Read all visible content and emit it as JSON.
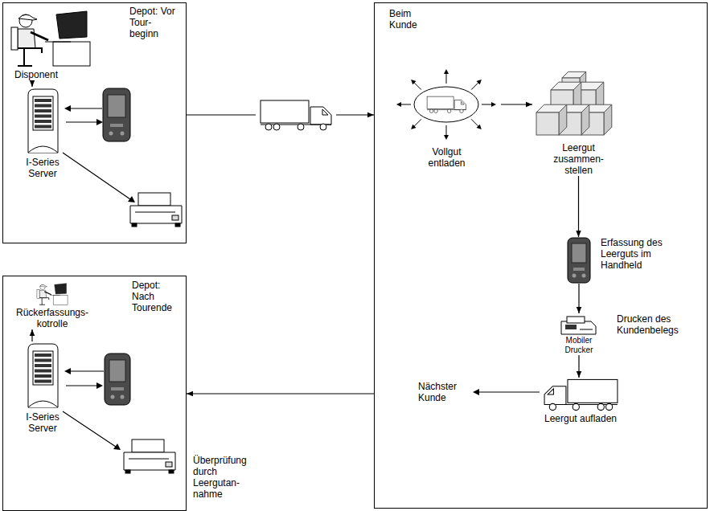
{
  "diagram": {
    "nodes": [
      {
        "text": [
          "Depot: Vor Tour-beginn"
        ]
      },
      {
        "text": [
          "Disponent"
        ],
        "in": 0
      },
      {
        "text": [
          "I-Series Server"
        ],
        "in": 0
      },
      {
        "text": [
          "Beim Kunde"
        ]
      },
      {
        "text": [
          "Vollgut entladen"
        ],
        "in": 3
      },
      {
        "text": [
          "Leergut zusammen-stellen"
        ],
        "in": 3
      },
      {
        "text": [
          "Erfassung des Leerguts im Handheld"
        ],
        "in": 3
      },
      {
        "text": [
          "Mobiler Drucker",
          "Drucken des Kundenbelegs"
        ],
        "in": 3
      },
      {
        "text": [
          "Leergut aufladen"
        ],
        "in": 3
      },
      {
        "text": [
          "Depot: Nach Tourende"
        ]
      },
      {
        "text": [
          "Rückerfassungs-kotrolle"
        ],
        "in": 9
      },
      {
        "text": [
          "I-Series Server"
        ],
        "in": 9
      }
    ],
    "edges": [
      {
        "from": 1,
        "to": 2,
        "arrow": "to"
      },
      {
        "from": 0,
        "to": 3,
        "arrow": "to"
      },
      {
        "from": 4,
        "to": 5,
        "arrow": "to"
      },
      {
        "from": 5,
        "to": 6,
        "arrow": "to"
      },
      {
        "from": 6,
        "to": 7,
        "arrow": "to"
      },
      {
        "from": 7,
        "to": 8,
        "arrow": "to"
      },
      {
        "from": 3,
        "to": 9,
        "arrow": "to"
      },
      {
        "from": 11,
        "to": 10,
        "arrow": "to"
      }
    ],
    "labels": [
      "Nächster Kunde",
      "Überprüfung durch Leergutan-nahme"
    ]
  }
}
